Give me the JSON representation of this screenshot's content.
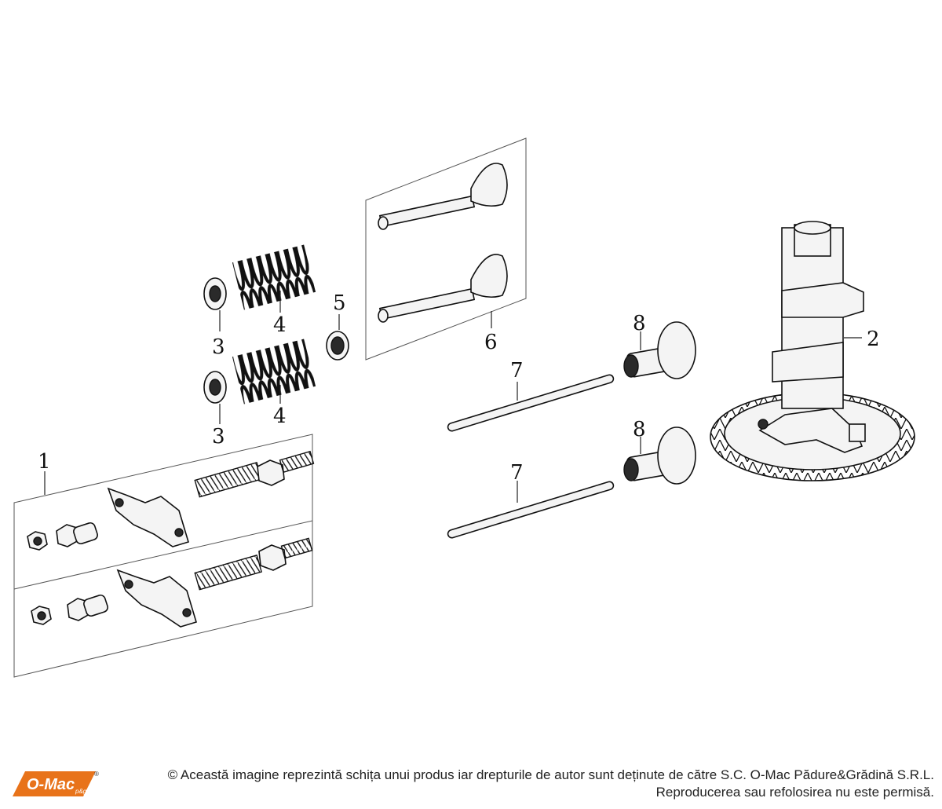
{
  "diagram": {
    "callouts": {
      "c1": "1",
      "c2": "2",
      "c3a": "3",
      "c3b": "3",
      "c4a": "4",
      "c4b": "4",
      "c5": "5",
      "c6": "6",
      "c7a": "7",
      "c7b": "7",
      "c8a": "8",
      "c8b": "8"
    }
  },
  "footer": {
    "logo_text": "O-Mac",
    "logo_sub": "p&g",
    "logo_mark": "®",
    "copyright_line1": "© Această imagine reprezintă schița unui produs iar drepturile de autor sunt deținute de către S.C. O-Mac Pădure&Grădină S.R.L.",
    "copyright_line2": "Reproducerea sau refolosirea nu este permisă."
  },
  "colors": {
    "brand_orange": "#e8731a",
    "line": "#111111"
  }
}
